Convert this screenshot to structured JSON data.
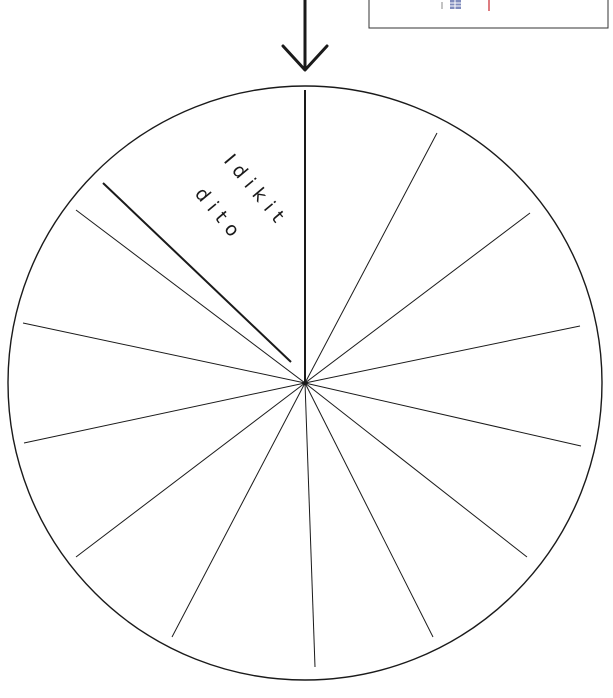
{
  "wheel": {
    "segment_count": 14,
    "pointer_icon": "arrow-down-icon",
    "labels": {
      "line1": "Idikit",
      "line2": "dito"
    }
  },
  "corner_card": {
    "icon": "flag-thumbnail-icon"
  },
  "colors": {
    "ink": "#1a1a1a",
    "paper": "#ffffff",
    "flag_blue": "#2a3d8f",
    "flag_red": "#c8242b"
  }
}
